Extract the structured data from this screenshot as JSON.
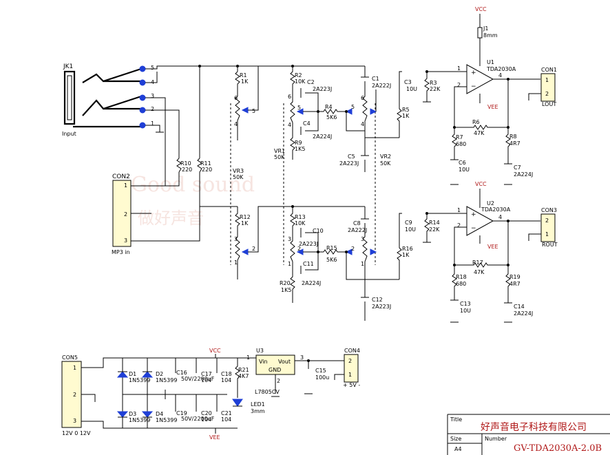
{
  "watermark": {
    "brand": "Good sound",
    "cn": "做好声音"
  },
  "jack": {
    "ref": "JK1",
    "name": "Input",
    "pins": [
      "5",
      "4",
      "3",
      "2",
      "1"
    ]
  },
  "con2": {
    "ref": "CON2",
    "name": "MP3 in",
    "pins": [
      "1",
      "2",
      "3"
    ]
  },
  "resistors": {
    "r1": {
      "ref": "R1",
      "value": "1K"
    },
    "r2": {
      "ref": "R2",
      "value": "10K"
    },
    "r3": {
      "ref": "R3",
      "value": "22K"
    },
    "r4": {
      "ref": "R4",
      "value": "5K6"
    },
    "r5": {
      "ref": "R5",
      "value": "1K"
    },
    "r6": {
      "ref": "R6",
      "value": "47K"
    },
    "r7": {
      "ref": "R7",
      "value": "680"
    },
    "r8": {
      "ref": "R8",
      "value": "4R7"
    },
    "r9": {
      "ref": "R9",
      "value": "1K5"
    },
    "r10": {
      "ref": "R10",
      "value": "220"
    },
    "r11": {
      "ref": "R11",
      "value": "220"
    },
    "r12": {
      "ref": "R12",
      "value": "1K"
    },
    "r13": {
      "ref": "R13",
      "value": "10K"
    },
    "r14": {
      "ref": "R14",
      "value": "22K"
    },
    "r15": {
      "ref": "R15",
      "value": "5K6"
    },
    "r16": {
      "ref": "R16",
      "value": "1K"
    },
    "r17": {
      "ref": "R17",
      "value": "47K"
    },
    "r18": {
      "ref": "R18",
      "value": "680"
    },
    "r19": {
      "ref": "R19",
      "value": "4R7"
    },
    "r20": {
      "ref": "R20",
      "value": "1K5"
    },
    "r21": {
      "ref": "R21",
      "value": "4K7"
    }
  },
  "capacitors": {
    "c1": {
      "ref": "C1",
      "value": "2A222J"
    },
    "c2": {
      "ref": "C2",
      "value": "2A223J"
    },
    "c3": {
      "ref": "C3",
      "value": "10U"
    },
    "c4": {
      "ref": "C4",
      "value": "2A224J"
    },
    "c5": {
      "ref": "C5",
      "value": "2A223J"
    },
    "c6": {
      "ref": "C6",
      "value": "10U"
    },
    "c7": {
      "ref": "C7",
      "value": "2A224J"
    },
    "c8": {
      "ref": "C8",
      "value": "2A222J"
    },
    "c9": {
      "ref": "C9",
      "value": "10U"
    },
    "c10": {
      "ref": "C10",
      "value": "2A223J"
    },
    "c11": {
      "ref": "C11",
      "value": "2A224J"
    },
    "c12": {
      "ref": "C12",
      "value": "2A223J"
    },
    "c13": {
      "ref": "C13",
      "value": "10U"
    },
    "c14": {
      "ref": "C14",
      "value": "2A224J"
    },
    "c15": {
      "ref": "C15",
      "value": "100u"
    },
    "c16": {
      "ref": "C16",
      "value": "50V/2200uF"
    },
    "c17": {
      "ref": "C17",
      "value": "104"
    },
    "c18": {
      "ref": "C18",
      "value": "104"
    },
    "c19": {
      "ref": "C19",
      "value": "50V/2200uF"
    },
    "c20": {
      "ref": "C20",
      "value": "104"
    },
    "c21": {
      "ref": "C21",
      "value": "104"
    }
  },
  "pots": {
    "vr1": {
      "ref": "VR1",
      "value": "50K"
    },
    "vr2": {
      "ref": "VR2",
      "value": "50K"
    },
    "vr3": {
      "ref": "VR3",
      "value": "50K"
    }
  },
  "pin_numbers": {
    "p1": "1",
    "p2": "2",
    "p3": "3",
    "p4": "4",
    "p5": "5",
    "p6": "6"
  },
  "amp1": {
    "ref": "U1",
    "part": "TDA2030A",
    "vcc": "VCC",
    "vee": "VEE"
  },
  "amp2": {
    "ref": "U2",
    "part": "TDA2030A",
    "vcc": "VCC",
    "vee": "VEE"
  },
  "jumper": {
    "ref": "J1",
    "value": "8mm"
  },
  "con1": {
    "ref": "CON1",
    "name": "LOUT",
    "pins": [
      "1",
      "2"
    ]
  },
  "con3": {
    "ref": "CON3",
    "name": "ROUT",
    "pins": [
      "2",
      "1"
    ]
  },
  "con5": {
    "ref": "CON5",
    "pins": [
      "1",
      "2",
      "3"
    ],
    "caption": "12V  0  12V"
  },
  "con4": {
    "ref": "CON4",
    "pins": [
      "2",
      "1"
    ],
    "caption": "+ 5V -"
  },
  "diodes": {
    "d1": {
      "ref": "D1",
      "value": "1N5399"
    },
    "d2": {
      "ref": "D2",
      "value": "1N5399"
    },
    "d3": {
      "ref": "D3",
      "value": "1N5399"
    },
    "d4": {
      "ref": "D4",
      "value": "1N5399"
    }
  },
  "reg": {
    "ref": "U3",
    "vin": "Vin",
    "vout": "Vout",
    "gnd": "GND",
    "part": "L7805CV"
  },
  "led": {
    "ref": "LED1",
    "value": "3mm"
  },
  "rails": {
    "vcc": "VCC",
    "vee": "VEE"
  },
  "title_block": {
    "title_label": "Title",
    "company": "好声音电子科技有限公司",
    "size_label": "Size",
    "size_value": "A4",
    "number_label": "Number",
    "number_value": "GV-TDA2030A-2.0B"
  }
}
